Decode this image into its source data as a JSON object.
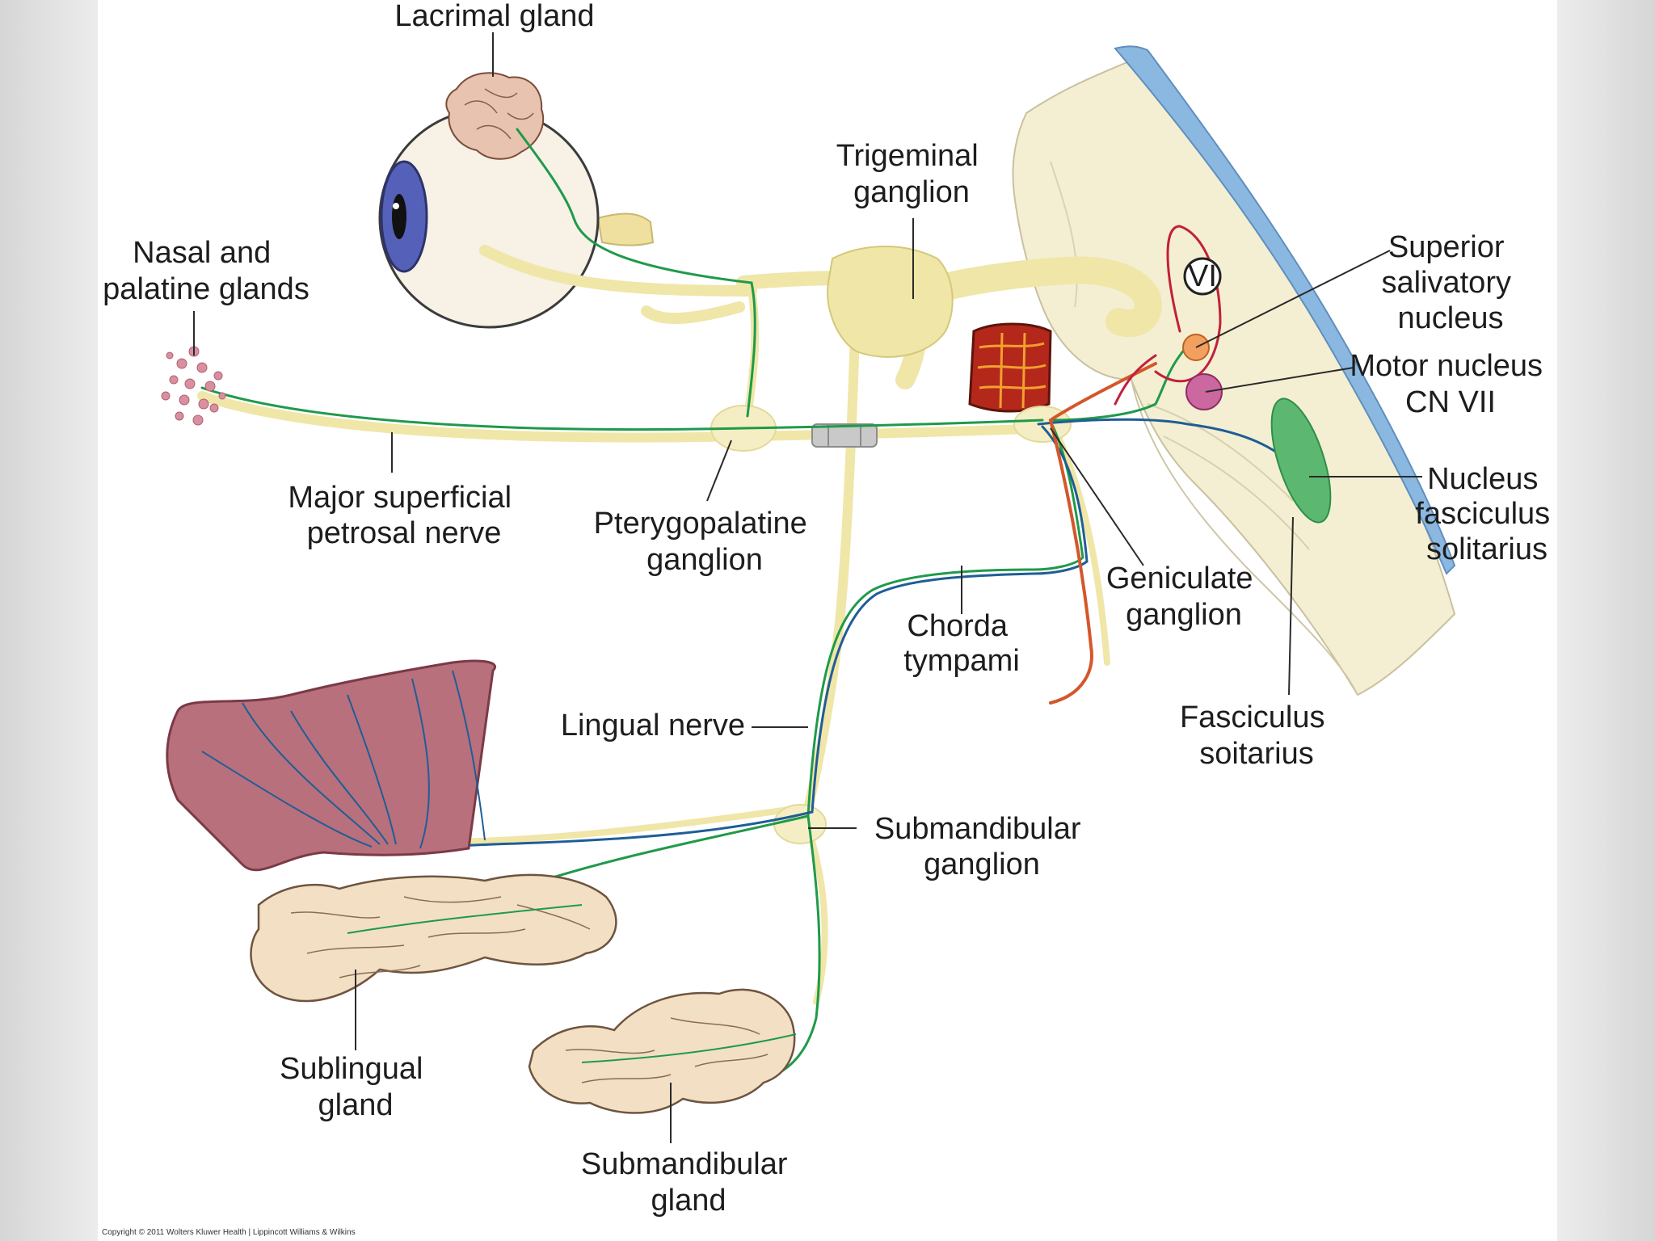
{
  "diagram": {
    "labels": {
      "lacrimal": [
        "Lacrimal gland"
      ],
      "trigeminal": [
        "Trigeminal",
        "ganglion"
      ],
      "nasal": [
        "Nasal and",
        "palatine glands"
      ],
      "superior_salivatory": [
        "Superior",
        "salivatory",
        "nucleus"
      ],
      "motor_nucleus": [
        "Motor nucleus",
        "CN VII"
      ],
      "nucleus_fasciculus": [
        "Nucleus",
        "fasciculus",
        "solitarius"
      ],
      "major_superficial": [
        "Major superficial",
        "petrosal nerve"
      ],
      "pterygopalatine": [
        "Pterygopalatine",
        "ganglion"
      ],
      "geniculate": [
        "Geniculate",
        "ganglion"
      ],
      "chorda": [
        "Chorda",
        "tympami"
      ],
      "fasciculus_soitarius": [
        "Fasciculus",
        "soitarius"
      ],
      "lingual": [
        "Lingual nerve"
      ],
      "submandibular_ganglion": [
        "Submandibular",
        "ganglion"
      ],
      "sublingual": [
        "Sublingual",
        "gland"
      ],
      "submandibular_gland": [
        "Submandibular",
        "gland"
      ],
      "vi_marker": "VI"
    },
    "copyright": "Copyright © 2011 Wolters Kluwer Health | Lippincott Williams & Wilkins",
    "colors": {
      "parasympathetic": "#1f9a4a",
      "taste": "#1f5d96",
      "motor": "#d4572b",
      "nerve_trunk": "#efe6a8",
      "brainstem": "#f4efd2",
      "csf": "#8bb8e0",
      "tongue": "#b8707c",
      "gland": "#f3dfc4",
      "eye_iris": "#5560b8"
    }
  }
}
